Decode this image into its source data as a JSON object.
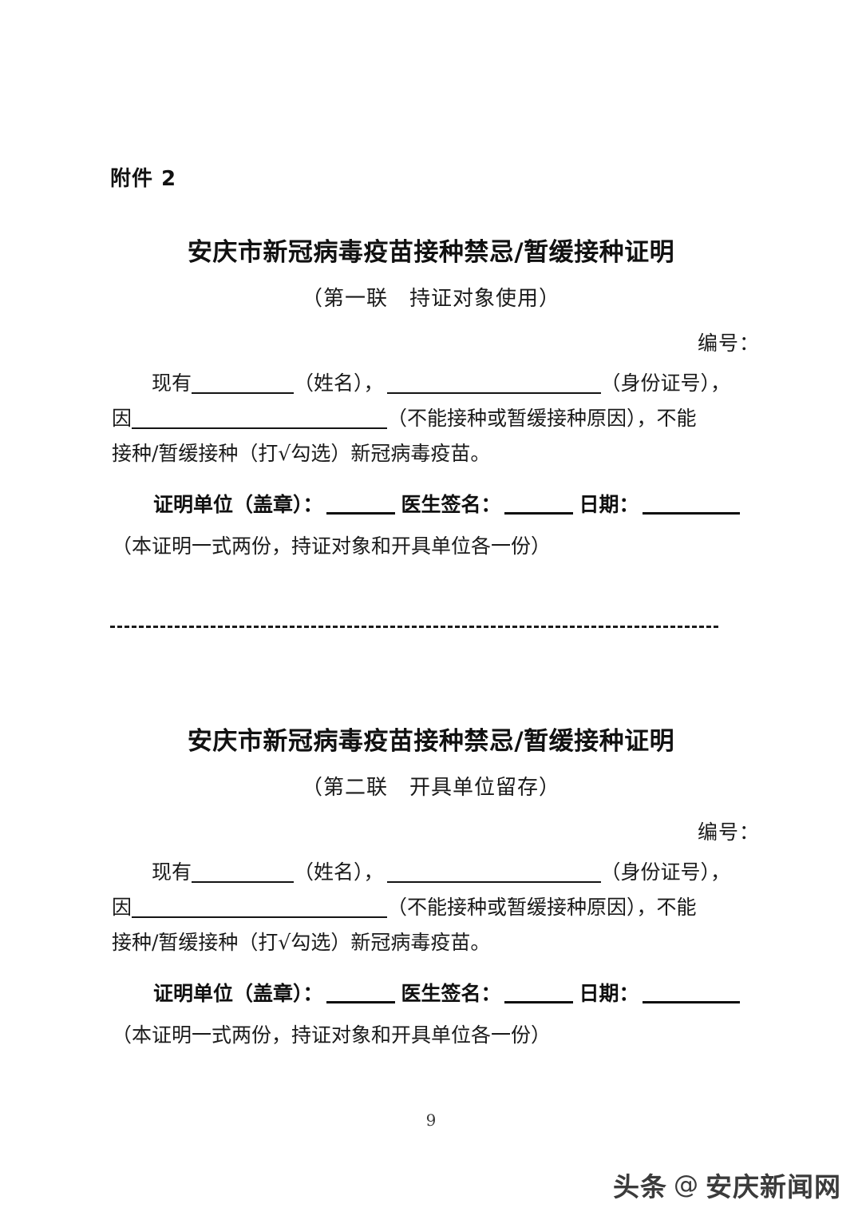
{
  "document": {
    "attachment_label": "附件 2",
    "page_number": "9"
  },
  "certificates": [
    {
      "title": "安庆市新冠病毒疫苗接种禁忌/暂缓接种证明",
      "subtitle": "（第一联　持证对象使用）",
      "serial_label": "编号：",
      "body": {
        "line1_prefix": "现有",
        "line1_mid": "（姓名），",
        "line1_suffix": "（身份证号），",
        "line2_prefix": "因",
        "line2_suffix": "（不能接种或暂缓接种原因），不能",
        "line3": "接种/暂缓接种（打√勾选）新冠病毒疫苗。"
      },
      "sign_row": {
        "stamp_label": "证明单位（盖章）：",
        "doctor_label": "医生签名：",
        "date_label": "日期："
      },
      "note": "（本证明一式两份，持证对象和开具单位各一份）"
    },
    {
      "title": "安庆市新冠病毒疫苗接种禁忌/暂缓接种证明",
      "subtitle": "（第二联　开具单位留存）",
      "serial_label": "编号：",
      "body": {
        "line1_prefix": "现有",
        "line1_mid": "（姓名），",
        "line1_suffix": "（身份证号），",
        "line2_prefix": "因",
        "line2_suffix": "（不能接种或暂缓接种原因），不能",
        "line3": "接种/暂缓接种（打√勾选）新冠病毒疫苗。"
      },
      "sign_row": {
        "stamp_label": "证明单位（盖章）：",
        "doctor_label": "医生签名：",
        "date_label": "日期："
      },
      "note": "（本证明一式两份，持证对象和开具单位各一份）"
    }
  ],
  "watermark": {
    "brand": "头条",
    "at_symbol": "@",
    "account": "安庆新闻网"
  },
  "colors": {
    "page_background": "#ffffff",
    "text": "#1a1a1a",
    "rule": "#141414"
  }
}
